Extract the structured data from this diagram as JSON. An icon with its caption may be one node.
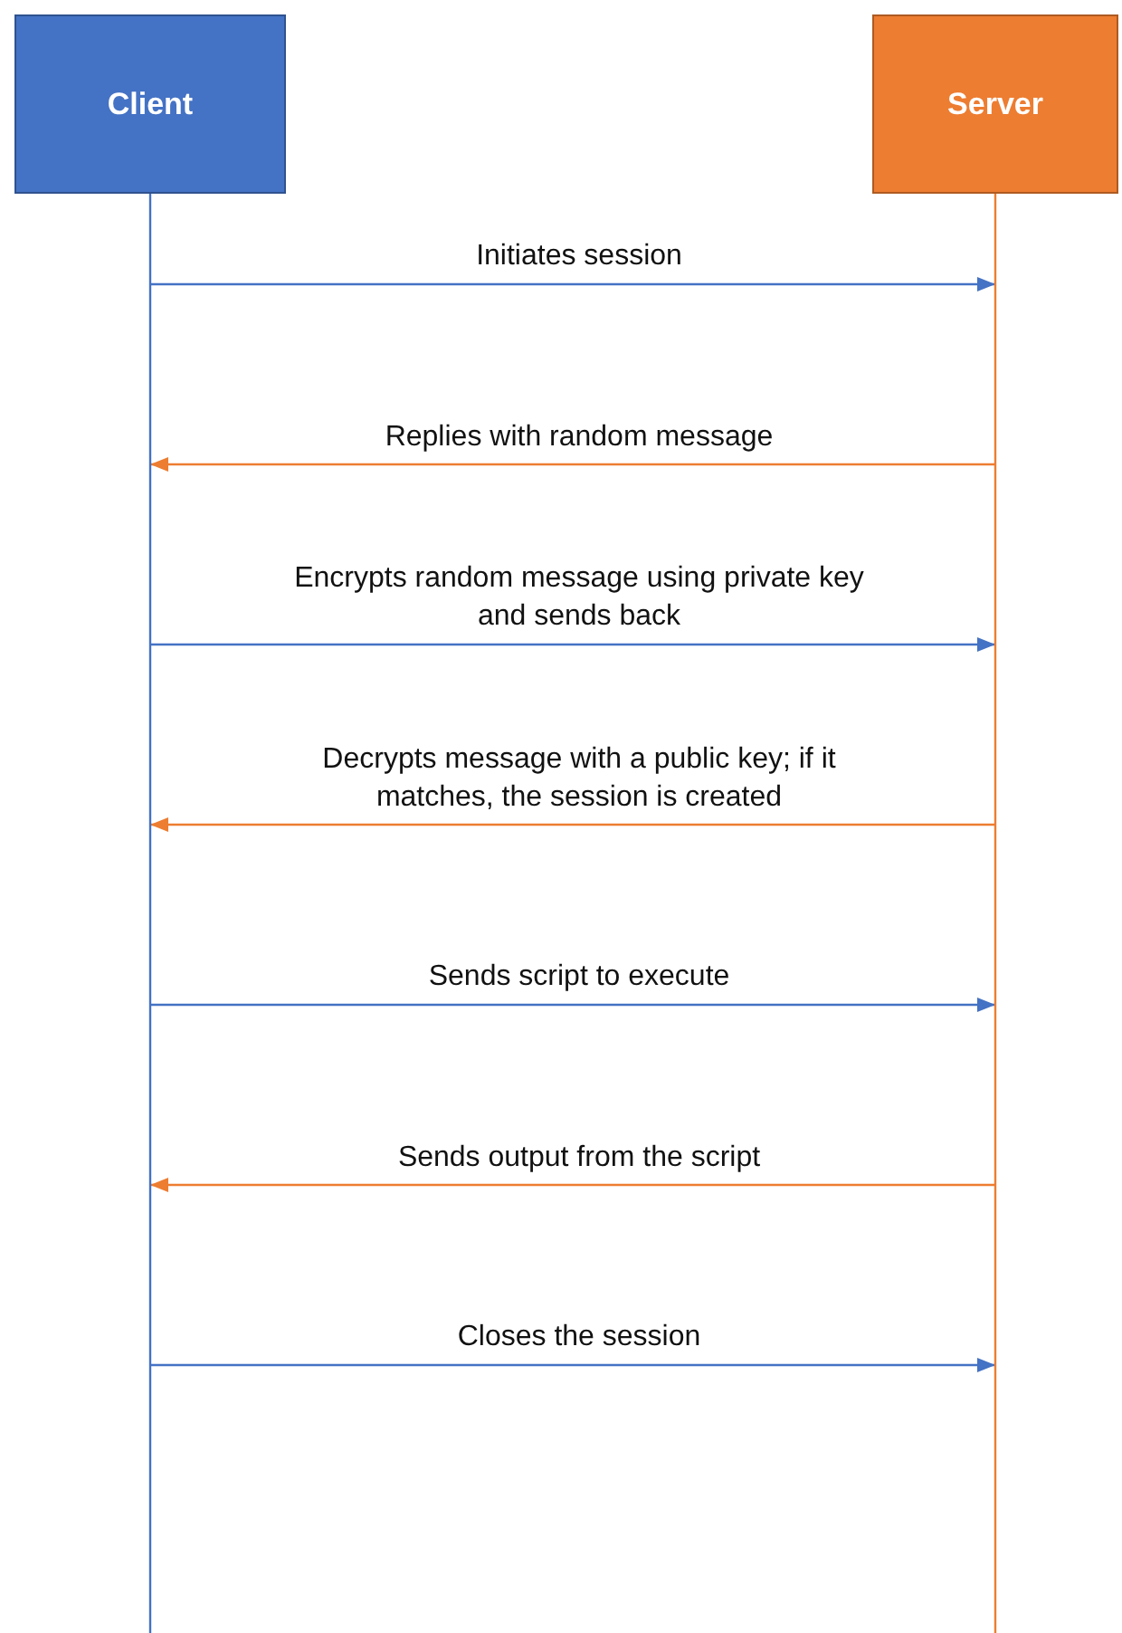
{
  "diagram": {
    "nodes": [
      {
        "text": [
          "Client"
        ]
      },
      {
        "text": [
          "Server"
        ]
      }
    ],
    "edges": [
      {
        "from": 0,
        "to": 1,
        "arrow": "to",
        "label": "Initiates session"
      },
      {
        "from": 1,
        "to": 0,
        "arrow": "to",
        "label": "Replies with random message",
        "color": "#ed7d31"
      },
      {
        "from": 0,
        "to": 1,
        "arrow": "to",
        "label": "Encrypts random message using private key and sends back"
      },
      {
        "from": 1,
        "to": 0,
        "arrow": "to",
        "label": "Decrypts message with a public key; if it matches, the session is created",
        "color": "#ed7d31"
      },
      {
        "from": 0,
        "to": 1,
        "arrow": "to",
        "label": "Sends script to execute"
      },
      {
        "from": 1,
        "to": 0,
        "arrow": "to",
        "label": "Sends output from the script",
        "color": "#ed7d31"
      },
      {
        "from": 0,
        "to": 1,
        "arrow": "to",
        "label": "Closes the session"
      }
    ]
  }
}
